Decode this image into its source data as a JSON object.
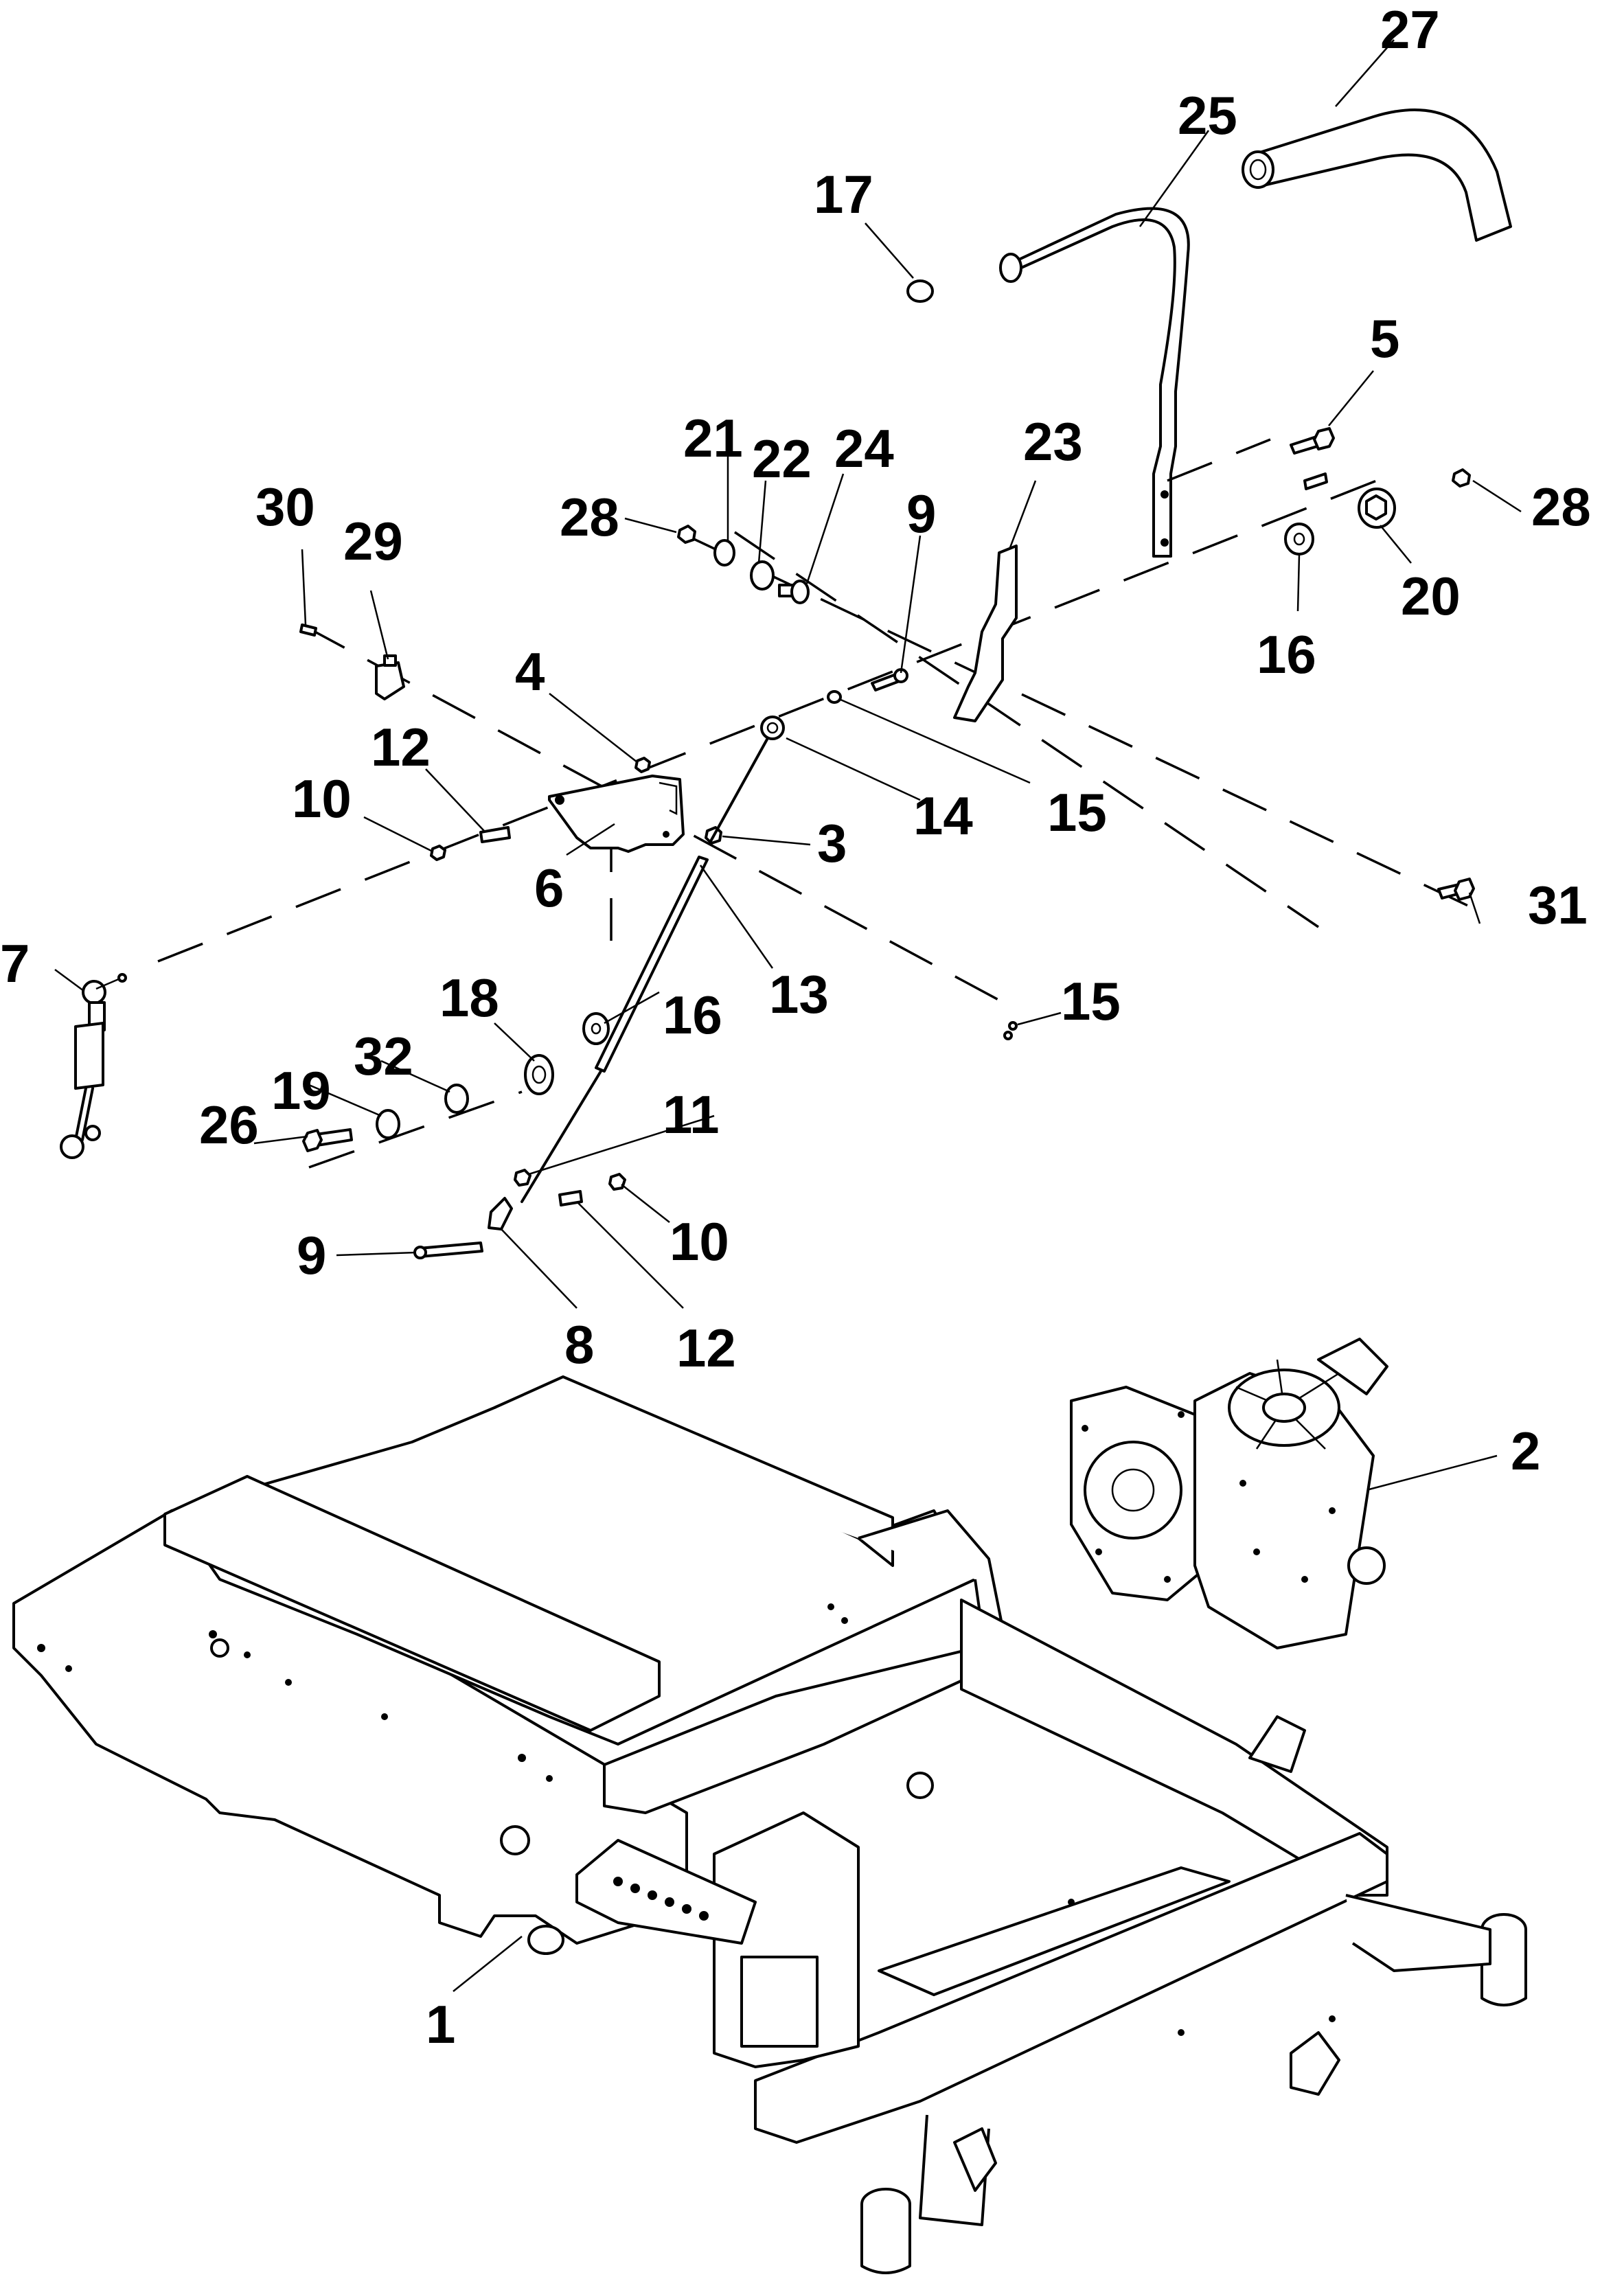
{
  "callouts": [
    {
      "id": "c1",
      "text": "1"
    },
    {
      "id": "c2",
      "text": "2"
    },
    {
      "id": "c3",
      "text": "3"
    },
    {
      "id": "c4",
      "text": "4"
    },
    {
      "id": "c5",
      "text": "5"
    },
    {
      "id": "c6",
      "text": "6"
    },
    {
      "id": "c7",
      "text": "7"
    },
    {
      "id": "c8",
      "text": "8"
    },
    {
      "id": "c9a",
      "text": "9"
    },
    {
      "id": "c9b",
      "text": "9"
    },
    {
      "id": "c10a",
      "text": "10"
    },
    {
      "id": "c10b",
      "text": "10"
    },
    {
      "id": "c11",
      "text": "11"
    },
    {
      "id": "c12a",
      "text": "12"
    },
    {
      "id": "c12b",
      "text": "12"
    },
    {
      "id": "c13",
      "text": "13"
    },
    {
      "id": "c14",
      "text": "14"
    },
    {
      "id": "c15a",
      "text": "15"
    },
    {
      "id": "c15b",
      "text": "15"
    },
    {
      "id": "c16a",
      "text": "16"
    },
    {
      "id": "c16b",
      "text": "16"
    },
    {
      "id": "c17",
      "text": "17"
    },
    {
      "id": "c18",
      "text": "18"
    },
    {
      "id": "c19",
      "text": "19"
    },
    {
      "id": "c20",
      "text": "20"
    },
    {
      "id": "c21",
      "text": "21"
    },
    {
      "id": "c22",
      "text": "22"
    },
    {
      "id": "c23",
      "text": "23"
    },
    {
      "id": "c24",
      "text": "24"
    },
    {
      "id": "c25",
      "text": "25"
    },
    {
      "id": "c26",
      "text": "26"
    },
    {
      "id": "c27",
      "text": "27"
    },
    {
      "id": "c28a",
      "text": "28"
    },
    {
      "id": "c28b",
      "text": "28"
    },
    {
      "id": "c29",
      "text": "29"
    },
    {
      "id": "c30",
      "text": "30"
    },
    {
      "id": "c31",
      "text": "31"
    },
    {
      "id": "c32",
      "text": "32"
    }
  ]
}
